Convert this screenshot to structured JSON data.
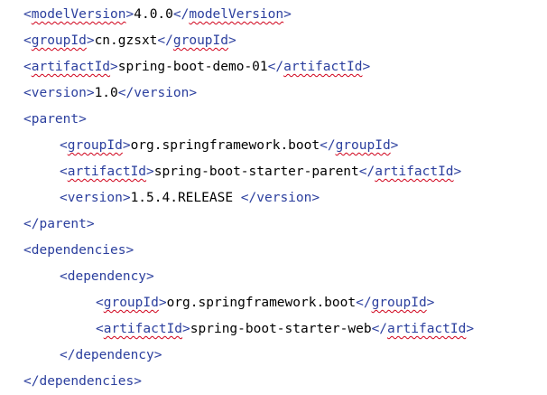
{
  "lines": [
    {
      "indent": 0,
      "open": "modelVersion",
      "value": "4.0.0",
      "close": "modelVersion",
      "spell": true
    },
    {
      "indent": 0,
      "open": "groupId",
      "value": "cn.gzsxt",
      "close": "groupId",
      "spell": true
    },
    {
      "indent": 0,
      "open": "artifactId",
      "value": "spring-boot-demo-01",
      "close": "artifactId",
      "spell": true
    },
    {
      "indent": 0,
      "open": "version",
      "value": "1.0",
      "close": "version",
      "spell": false
    },
    {
      "indent": 0,
      "open": "parent",
      "value": "",
      "close": "",
      "spell": false
    },
    {
      "indent": 1,
      "open": "groupId",
      "value": "org.springframework.boot",
      "close": "groupId",
      "spell": true
    },
    {
      "indent": 1,
      "open": "artifactId",
      "value": "spring-boot-starter-parent",
      "close": "artifactId",
      "spell": true
    },
    {
      "indent": 1,
      "open": "version",
      "value": "1.5.4.RELEASE ",
      "close": "version",
      "spell": false
    },
    {
      "indent": 0,
      "open": "",
      "value": "",
      "close": "parent",
      "spell": false
    },
    {
      "indent": 0,
      "open": "dependencies",
      "value": "",
      "close": "",
      "spell": false
    },
    {
      "indent": 1,
      "open": "dependency",
      "value": "",
      "close": "",
      "spell": false
    },
    {
      "indent": 2,
      "open": "groupId",
      "value": "org.springframework.boot",
      "close": "groupId",
      "spell": true
    },
    {
      "indent": 2,
      "open": "artifactId",
      "value": "spring-boot-starter-web",
      "close": "artifactId",
      "spell": true
    },
    {
      "indent": 1,
      "open": "",
      "value": "",
      "close": "dependency",
      "spell": false
    },
    {
      "indent": 0,
      "open": "",
      "value": "",
      "close": "dependencies",
      "spell": false
    }
  ],
  "colors": {
    "tag": "#2b3f9e",
    "text": "#000000",
    "spellcheck": "#d0021b"
  }
}
